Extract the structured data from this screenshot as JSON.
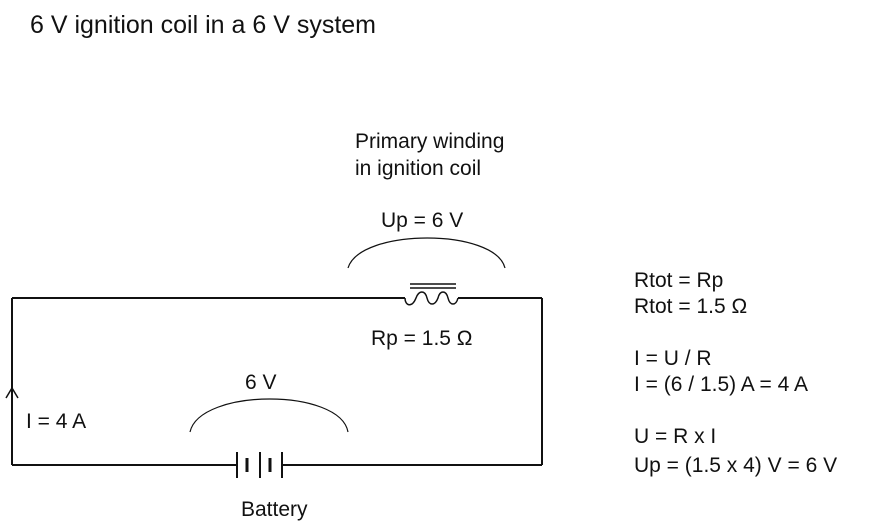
{
  "title": "6 V ignition coil in a 6 V system",
  "coil": {
    "caption_line1": "Primary winding",
    "caption_line2": "in ignition coil",
    "voltage_label": "Up = 6 V",
    "resistance_label": "Rp = 1.5 Ω"
  },
  "battery": {
    "voltage_label": "6 V",
    "name": "Battery"
  },
  "current_label": "I = 4 A",
  "equations": [
    "Rtot = Rp",
    "Rtot = 1.5 Ω",
    "",
    "I =  U / R",
    "I =  (6 / 1.5) A = 4 A",
    "",
    "U = R x I",
    "Up = (1.5 x 4) V = 6 V"
  ],
  "colors": {
    "line": "#111111",
    "background": "#ffffff"
  }
}
